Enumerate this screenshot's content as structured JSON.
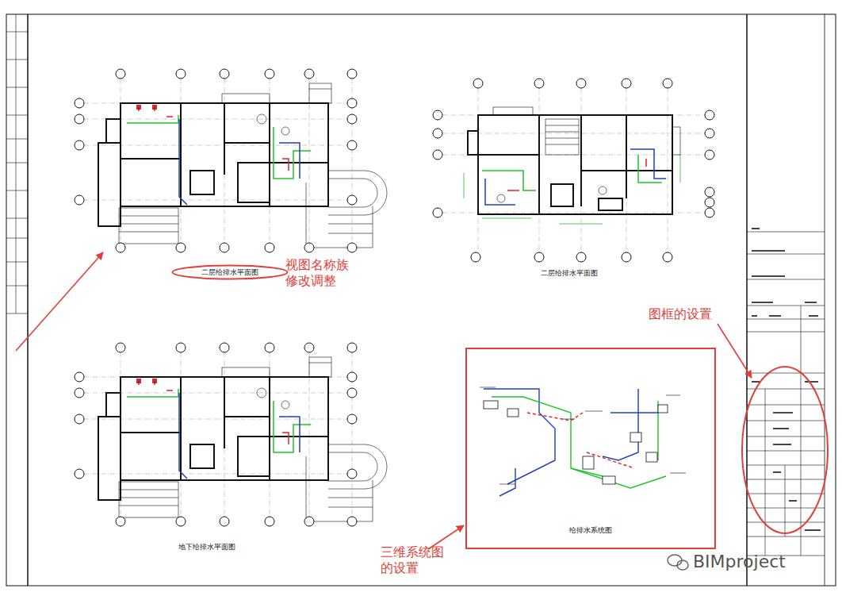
{
  "diagram": {
    "nodes": [
      {
        "text": [
          "二层给排水平面图"
        ]
      },
      {
        "text": [
          "给排水系统图"
        ]
      }
    ],
    "labels": [
      "视图名称族修改调整",
      "二层给排水平面图",
      "地下给排水平面图",
      "图框的设置",
      "三维系统图的设置",
      "BIMproject"
    ]
  }
}
